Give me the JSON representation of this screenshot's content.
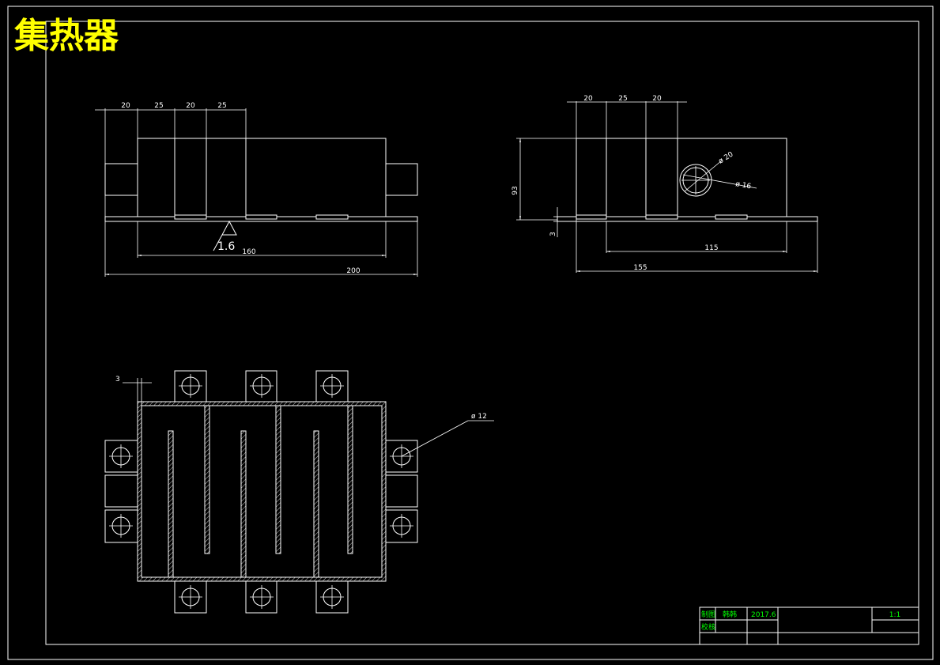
{
  "title": "集热器",
  "colors": {
    "background": "#000000",
    "lines": "#ffffff",
    "title": "#ffff00",
    "title_block_text": "#00ff00"
  },
  "front_view": {
    "dims_top": [
      "20",
      "25",
      "20",
      "25"
    ],
    "dim_width_inner": "160",
    "dim_width_total": "200",
    "roughness": "1.6"
  },
  "side_view": {
    "dims_top": [
      "20",
      "25",
      "20"
    ],
    "dim_height": "93",
    "dim_base": "3",
    "dia_outer": "ø 20",
    "dia_inner": "ø 16",
    "dim_115": "115",
    "dim_155": "155"
  },
  "top_view": {
    "dim_wall": "3",
    "dia_hole": "ø 12"
  },
  "title_block": {
    "drawn_label": "制图",
    "drawn_name": "韩韩",
    "date": "2017.6",
    "scale": "1:1",
    "checked_label": "校核"
  }
}
